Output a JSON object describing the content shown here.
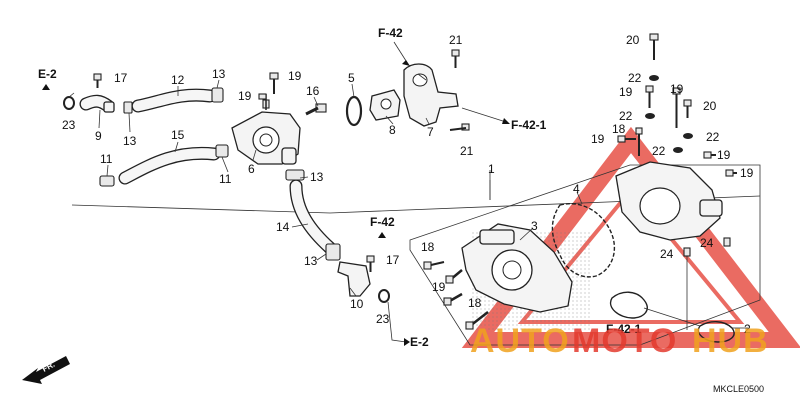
{
  "callouts": {
    "c1": "1",
    "c2": "2",
    "c3": "3",
    "c4": "4",
    "c5": "5",
    "c6": "6",
    "c7": "7",
    "c8": "8",
    "c9": "9",
    "c10": "10",
    "c11a": "11",
    "c11b": "11",
    "c12": "12",
    "c13a": "13",
    "c13b": "13",
    "c13c": "13",
    "c13d": "13",
    "c14": "14",
    "c15": "15",
    "c16": "16",
    "c17a": "17",
    "c17b": "17",
    "c18a": "18",
    "c18b": "18",
    "c18c": "18",
    "c19a": "19",
    "c19b": "19",
    "c19c": "19",
    "c19d": "19",
    "c19e": "19",
    "c19f": "19",
    "c19g": "19",
    "c19h": "19",
    "c20a": "20",
    "c20b": "20",
    "c21a": "21",
    "c21b": "21",
    "c22a": "22",
    "c22b": "22",
    "c22c": "22",
    "c22d": "22",
    "c23a": "23",
    "c23b": "23",
    "c24a": "24",
    "c24b": "24"
  },
  "refs": {
    "e2_top": "E-2",
    "e2_bottom": "E-2",
    "f42_top": "F-42",
    "f42_mid": "F-42",
    "f421_top": "F-42-1",
    "f421_bottom": "F-42-1"
  },
  "front_arrow": "FR.",
  "diagram_code": "MKCLE0500",
  "watermark": {
    "auto": "AUTO",
    "moto": "MOTO",
    "hub": "HUB"
  },
  "colors": {
    "watermark_red": "#d9342b",
    "watermark_orange": "#f0a21e",
    "line": "#222222"
  }
}
